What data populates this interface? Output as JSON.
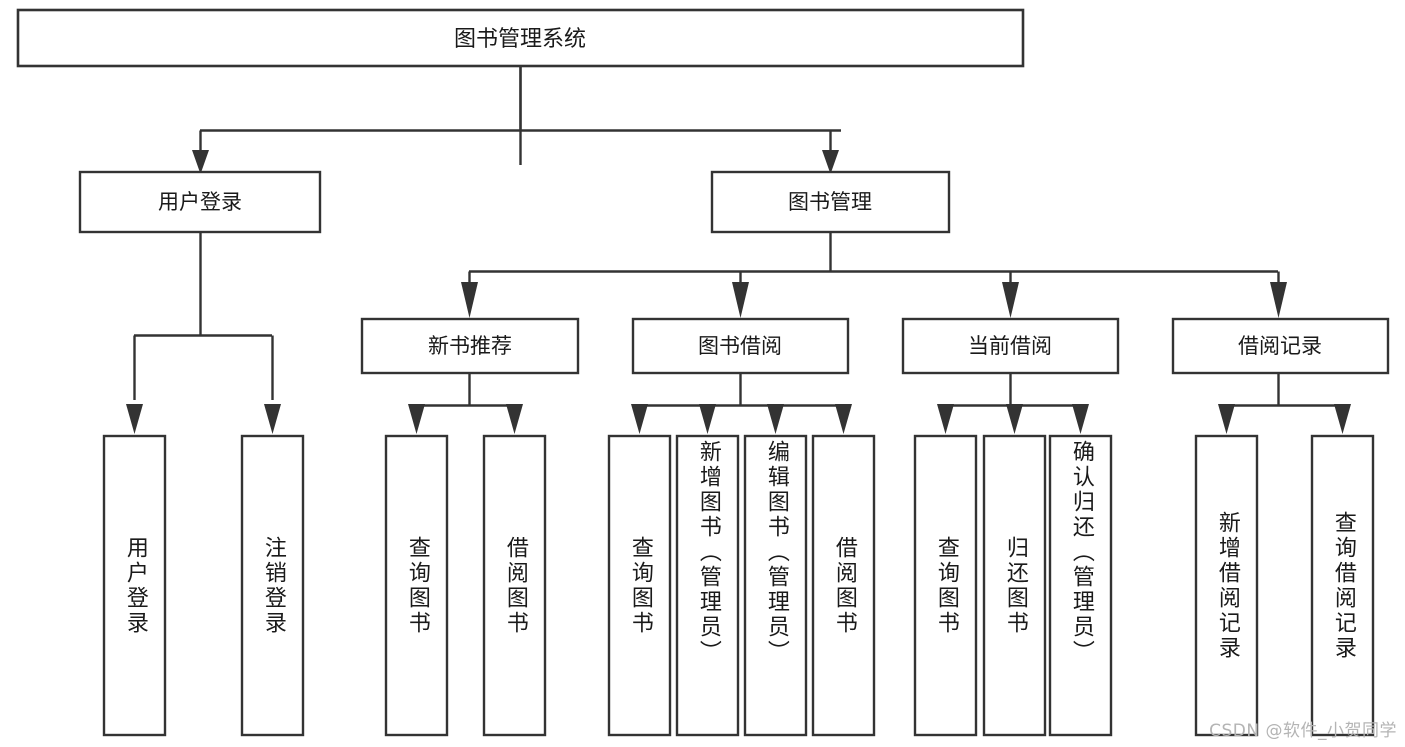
{
  "diagram": {
    "type": "tree-hierarchy-chart",
    "title": "图书管理系统",
    "watermark": "CSDN @软件_小贺同学",
    "colors": {
      "line": "#333333",
      "box_fill": "#ffffff",
      "text": "#1a1a1a",
      "watermark": "#b4b4b4",
      "background": "#ffffff"
    },
    "levels": {
      "root": {
        "label": "图书管理系统"
      },
      "level2": [
        {
          "label": "用户登录"
        },
        {
          "label": "图书管理"
        }
      ],
      "level3": [
        {
          "label": "新书推荐"
        },
        {
          "label": "图书借阅"
        },
        {
          "label": "当前借阅"
        },
        {
          "label": "借阅记录"
        }
      ],
      "leaves": {
        "user_login": [
          {
            "label": "用户登录"
          },
          {
            "label": "注销登录"
          }
        ],
        "new_book_recommend": [
          {
            "label": "查询图书"
          },
          {
            "label": "借阅图书"
          }
        ],
        "book_borrow": [
          {
            "label": "查询图书"
          },
          {
            "label": "新增图书（管理员）"
          },
          {
            "label": "编辑图书（管理员）"
          },
          {
            "label": "借阅图书"
          }
        ],
        "current_borrow": [
          {
            "label": "查询图书"
          },
          {
            "label": "归还图书"
          },
          {
            "label": "确认归还（管理员）"
          }
        ],
        "borrow_records": [
          {
            "label": "新增借阅记录"
          },
          {
            "label": "查询借阅记录"
          }
        ]
      }
    },
    "edges": [
      {
        "from": "图书管理系统",
        "to": "用户登录"
      },
      {
        "from": "图书管理系统",
        "to": "图书管理"
      },
      {
        "from": "用户登录",
        "to": "用户登录"
      },
      {
        "from": "用户登录",
        "to": "注销登录"
      },
      {
        "from": "图书管理",
        "to": "新书推荐"
      },
      {
        "from": "图书管理",
        "to": "图书借阅"
      },
      {
        "from": "图书管理",
        "to": "当前借阅"
      },
      {
        "from": "图书管理",
        "to": "借阅记录"
      },
      {
        "from": "新书推荐",
        "to": "查询图书"
      },
      {
        "from": "新书推荐",
        "to": "借阅图书"
      },
      {
        "from": "图书借阅",
        "to": "查询图书"
      },
      {
        "from": "图书借阅",
        "to": "新增图书（管理员）"
      },
      {
        "from": "图书借阅",
        "to": "编辑图书（管理员）"
      },
      {
        "from": "图书借阅",
        "to": "借阅图书"
      },
      {
        "from": "当前借阅",
        "to": "查询图书"
      },
      {
        "from": "当前借阅",
        "to": "归还图书"
      },
      {
        "from": "当前借阅",
        "to": "确认归还（管理员）"
      },
      {
        "from": "借阅记录",
        "to": "新增借阅记录"
      },
      {
        "from": "借阅记录",
        "to": "查询借阅记录"
      }
    ]
  }
}
